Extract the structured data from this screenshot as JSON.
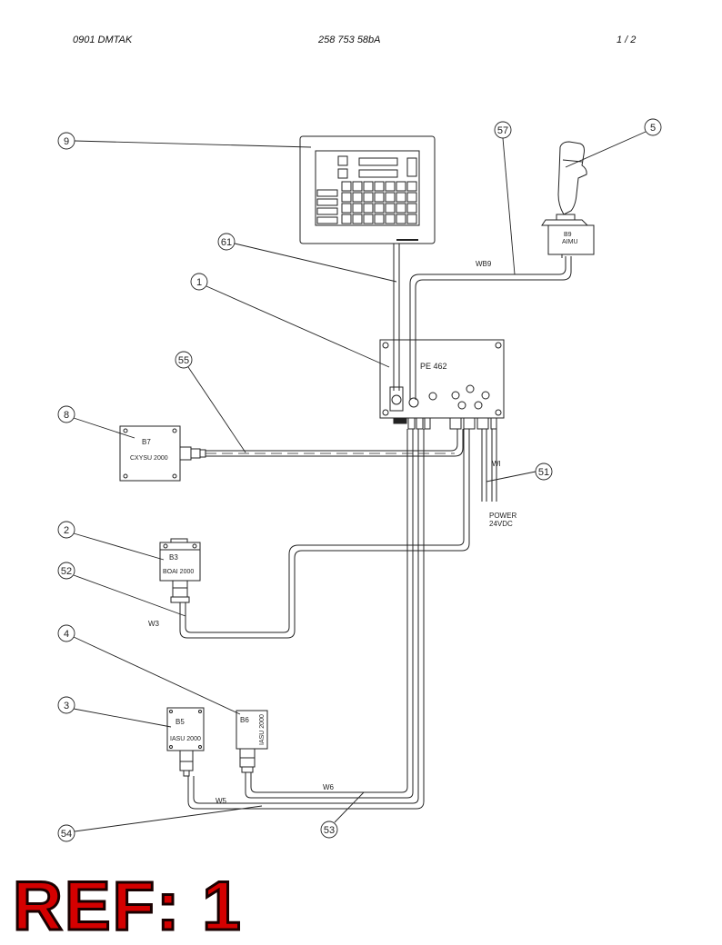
{
  "header": {
    "left": "0901   DMTAK",
    "center": "258 753 58bA",
    "right": "1 /   2"
  },
  "callouts": {
    "c1": "1",
    "c2": "2",
    "c3": "3",
    "c4": "4",
    "c5": "5",
    "c8": "8",
    "c9": "9",
    "c51": "51",
    "c52": "52",
    "c53": "53",
    "c54": "54",
    "c55": "55",
    "c57": "57",
    "c61": "61"
  },
  "components": {
    "pe": "PE 462",
    "b7_id": "B7",
    "b7_name": "CXYSU 2000",
    "b3_id": "B3",
    "b3_name": "BOAI 2000",
    "b5_id": "B5",
    "b5_name": "IASU 2000",
    "b6_id": "B6",
    "b6_name": "IASU 2000",
    "b9_id": "B9",
    "b9_name": "AIMU"
  },
  "wires": {
    "wb9": "WB9",
    "wi": "WI",
    "w3": "W3",
    "w5": "W5",
    "w6": "W6",
    "power_1": "POWER",
    "power_2": "24VDC"
  },
  "footer": {
    "ref": "REF: 1"
  },
  "colors": {
    "ref_red": "#d40000",
    "line": "#222222"
  }
}
